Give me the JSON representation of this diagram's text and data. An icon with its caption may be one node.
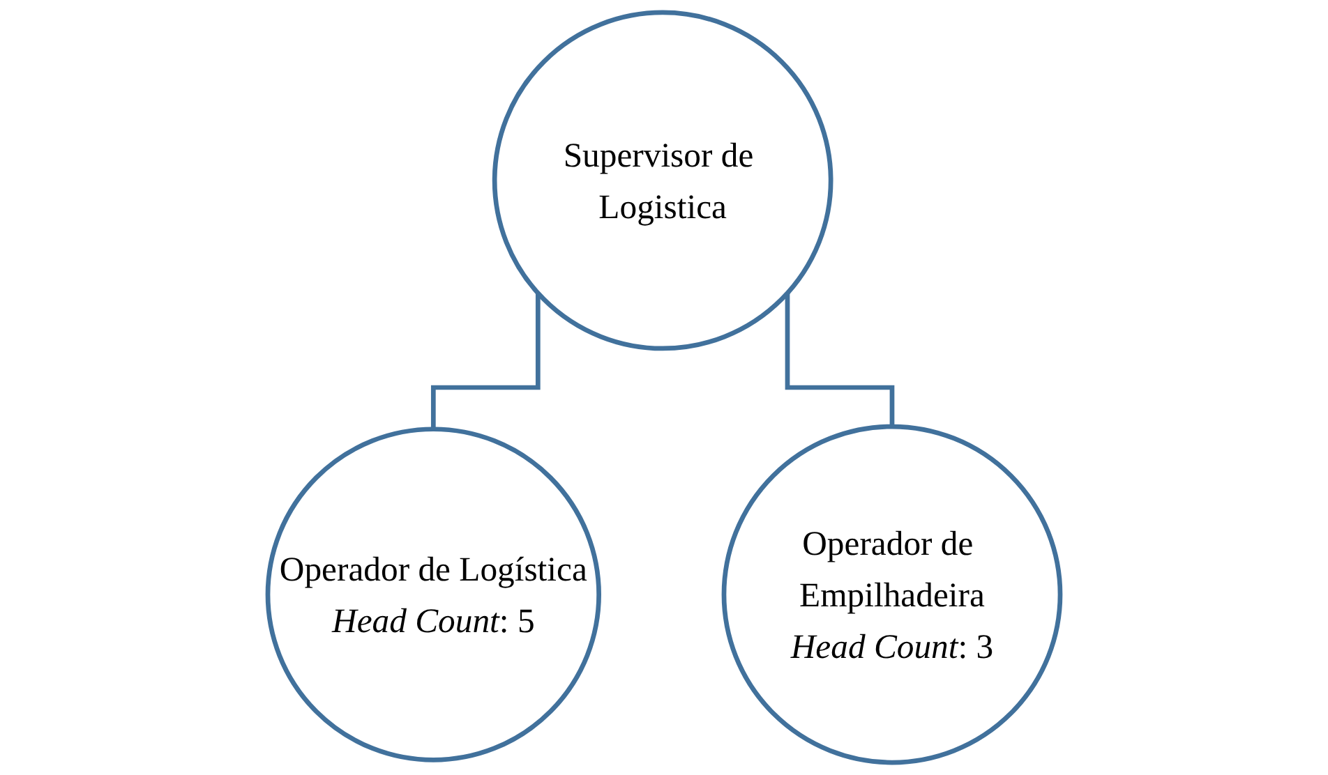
{
  "diagram": {
    "nodes": [
      {
        "text": [
          "Supervisor de Logistica"
        ]
      },
      {
        "text": [
          "Operador de Logística",
          "*Head Count*: 5"
        ]
      },
      {
        "text": [
          "Operador de Empilhadeira",
          "*Head Count*: 3"
        ]
      }
    ],
    "edges": [
      {
        "from": 0,
        "to": 1,
        "arrow": "none"
      },
      {
        "from": 0,
        "to": 2,
        "arrow": "none"
      }
    ]
  }
}
